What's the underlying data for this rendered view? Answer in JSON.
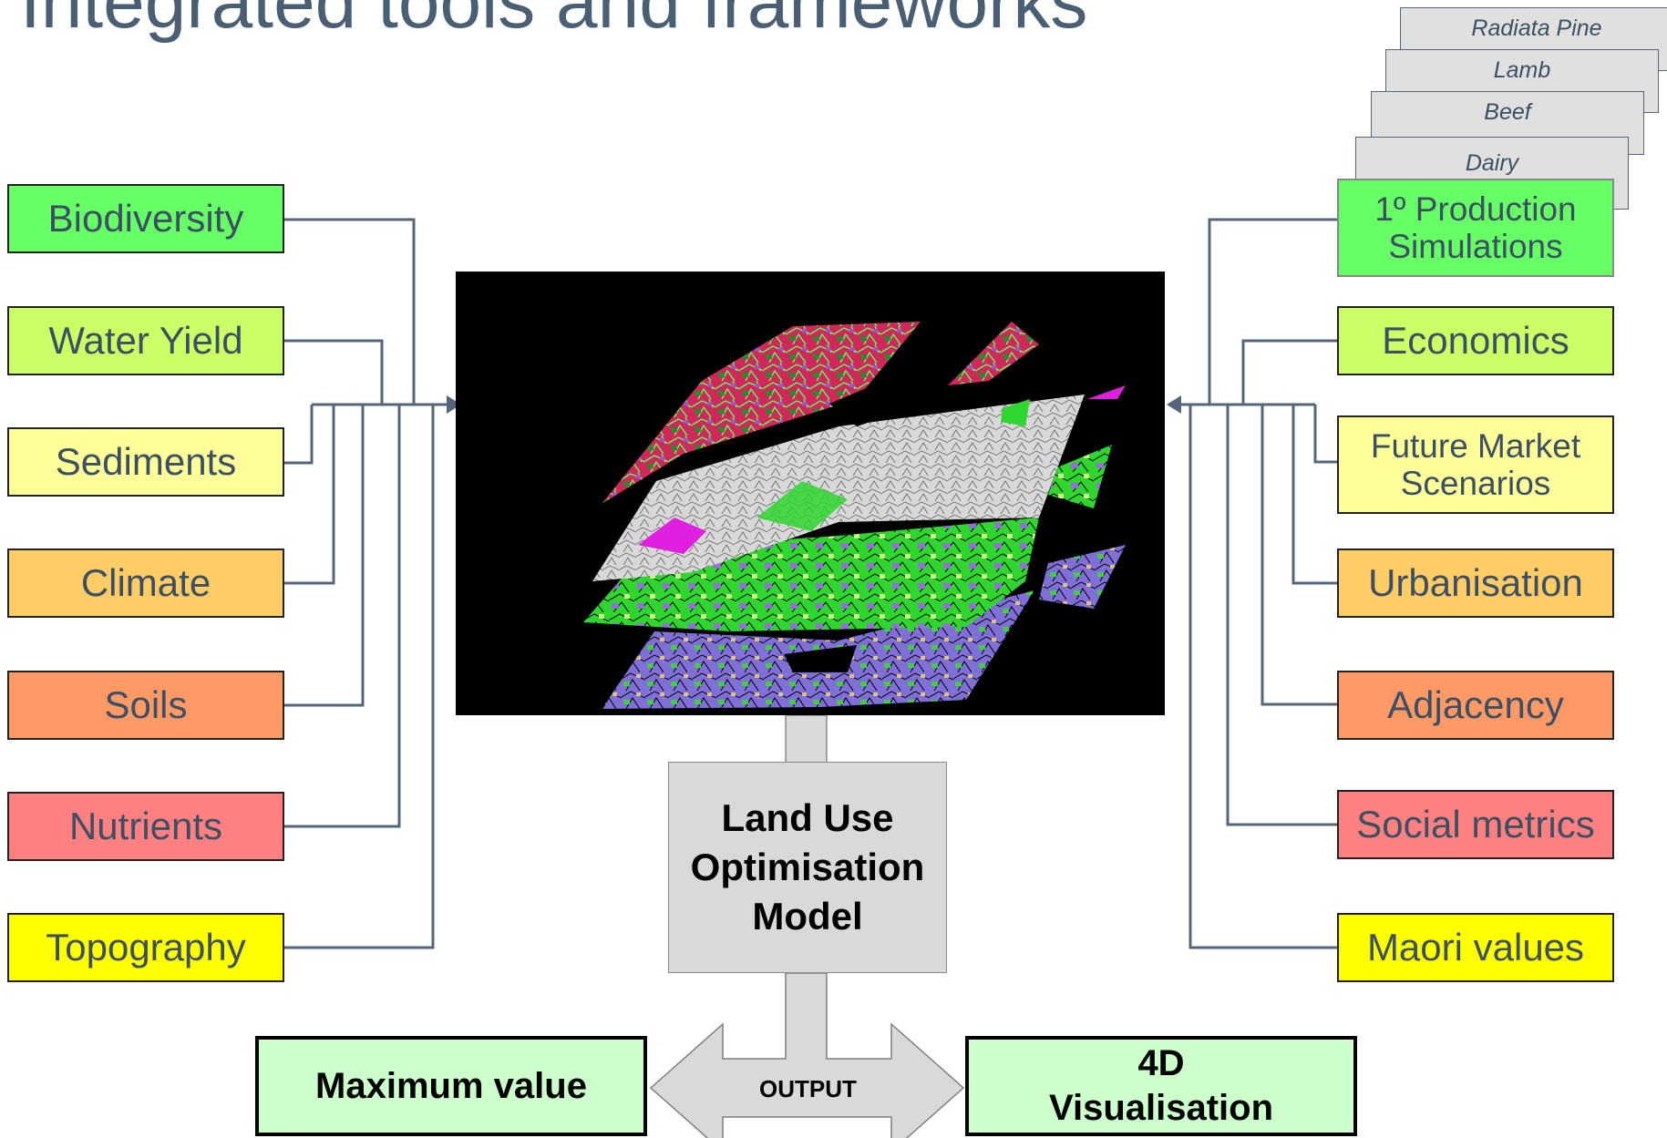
{
  "title": "Integrated tools and frameworks",
  "colors": {
    "connector": "#56657a",
    "green": "#66ff66",
    "lime": "#ccff66",
    "light_yellow": "#ffff99",
    "light_orange": "#ffcc66",
    "orange": "#ff9966",
    "salmon": "#ff8080",
    "yellow": "#ffff00",
    "output_fill": "#ccffcc",
    "model_fill": "#d9d9d9"
  },
  "left_inputs": [
    {
      "label": "Biodiversity",
      "color": "#66ff66"
    },
    {
      "label": "Water Yield",
      "color": "#ccff66"
    },
    {
      "label": "Sediments",
      "color": "#ffff99"
    },
    {
      "label": "Climate",
      "color": "#ffcc66"
    },
    {
      "label": "Soils",
      "color": "#ff9966"
    },
    {
      "label": "Nutrients",
      "color": "#ff8080"
    },
    {
      "label": "Topography",
      "color": "#ffff00"
    }
  ],
  "right_inputs": [
    {
      "label": "1º Production Simulations",
      "color": "#66ff66"
    },
    {
      "label": "Economics",
      "color": "#ccff66"
    },
    {
      "label": "Future Market Scenarios",
      "color": "#ffff99"
    },
    {
      "label": "Urbanisation",
      "color": "#ffcc66"
    },
    {
      "label": "Adjacency",
      "color": "#ff9966"
    },
    {
      "label": "Social metrics",
      "color": "#ff8080"
    },
    {
      "label": "Maori values",
      "color": "#ffff00"
    }
  ],
  "production_stack": [
    "Radiata Pine",
    "Lamb",
    "Beef",
    "Dairy"
  ],
  "model": {
    "label": "Land Use Optimisation Model"
  },
  "outputs": {
    "left": "Maximum value",
    "arrow_label": "OUTPUT",
    "right": "4D Visualisation"
  }
}
